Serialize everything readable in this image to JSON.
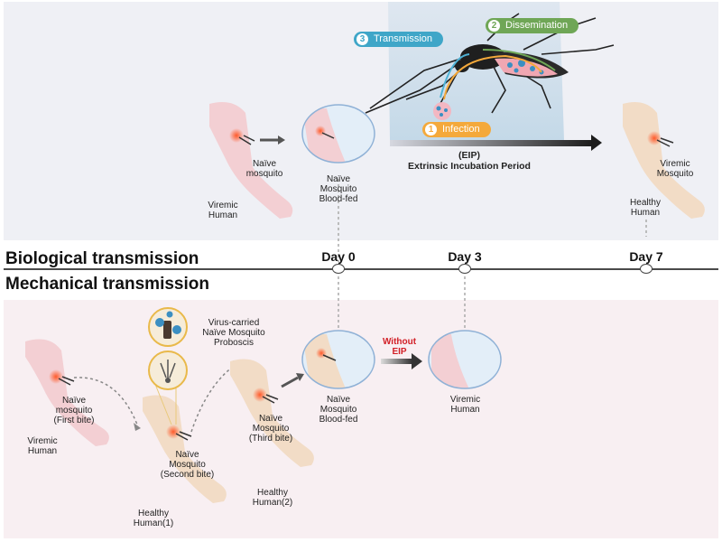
{
  "sections": {
    "biological": "Biological transmission",
    "mechanical": "Mechanical transmission"
  },
  "timeline": {
    "days": [
      "Day 0",
      "Day 3",
      "Day 7"
    ]
  },
  "biological": {
    "viremic_human": "Viremic\nHuman",
    "naive_mosquito": "Naïve\nmosquito",
    "blood_fed": "Naïve\nMosquito\nBlood-fed",
    "eip_abbrev": "(EIP)",
    "eip_full": "Extrinsic Incubation Period",
    "stages": [
      {
        "num": "1",
        "label": "Infection",
        "color": "#f4a93b"
      },
      {
        "num": "2",
        "label": "Dissemination",
        "color": "#6fa656"
      },
      {
        "num": "3",
        "label": "Transmission",
        "color": "#3fa6c8"
      }
    ],
    "viremic_mosquito": "Viremic\nMosquito",
    "healthy_human": "Healthy\nHuman"
  },
  "mechanical": {
    "viremic_human": "Viremic\nHuman",
    "first_bite": "Naïve\nmosquito\n(First bite)",
    "proboscis": "Virus-carried\nNaïve Mosquito\nProboscis",
    "second_bite": "Naïve\nMosquito\n(Second bite)",
    "healthy_human_1": "Healthy\nHuman(1)",
    "third_bite": "Naïve\nMosquito\n(Third bite)",
    "healthy_human_2": "Healthy\nHuman(2)",
    "blood_fed": "Naïve\nMosquito\nBlood-fed",
    "without_eip": "Without\nEIP",
    "viremic_result": "Viremic\nHuman"
  },
  "colors": {
    "top_bg": "#eff0f5",
    "bottom_bg": "#f8eff2",
    "arm_viremic": "#f3cfd3",
    "arm_healthy": "#f2dcc6",
    "circle_border": "#8fb1d6",
    "circle_fill": "#e3eef8",
    "eip_accent": "#d21f26"
  }
}
